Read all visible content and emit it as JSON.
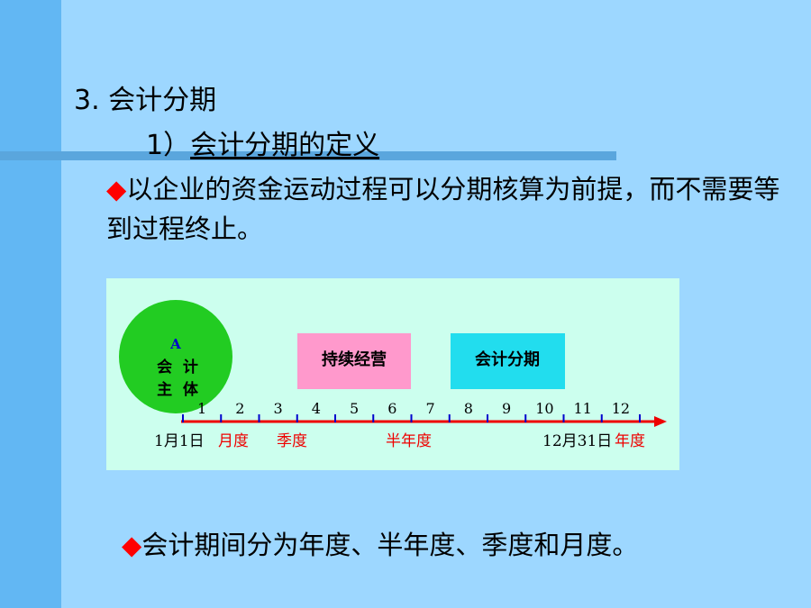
{
  "heading": "3. 会计分期",
  "subheading": {
    "number": "1）",
    "title": "会计分期的定义"
  },
  "paragraph": {
    "bullet": "◆",
    "text": "以企业的资金运动过程可以分期核算为前提，而不需要等到过程终止。"
  },
  "diagram": {
    "entity": {
      "letter": "A",
      "line1": "会  计",
      "line2": "主  体"
    },
    "box_continuing": "持续经营",
    "box_periods": "会计分期",
    "months": [
      "1",
      "2",
      "3",
      "4",
      "5",
      "6",
      "7",
      "8",
      "9",
      "10",
      "11",
      "12"
    ],
    "start_date": "1月1日",
    "end_date": "12月31日",
    "period_labels": {
      "month": "月度",
      "quarter": "季度",
      "half_year": "半年度",
      "year": "年度"
    },
    "colors": {
      "background": "#ccffee",
      "circle": "#22cc22",
      "box_continuing": "#ff99cc",
      "box_periods": "#22ddee",
      "axis": "#ee0000",
      "ticks": "#0000cc",
      "period_label": "#ee0000"
    }
  },
  "bottom": {
    "bullet": "◆",
    "text": "会计期间分为年度、半年度、季度和月度。"
  }
}
